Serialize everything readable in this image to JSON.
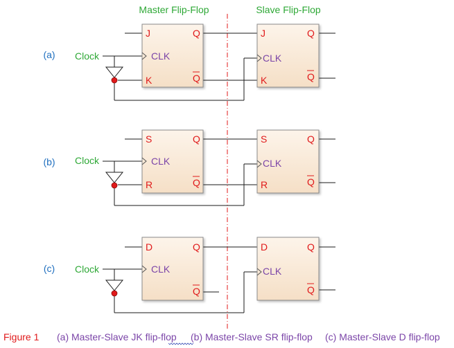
{
  "headers": {
    "master": "Master Flip-Flop",
    "slave": "Slave Flip-Flop"
  },
  "rows": [
    {
      "label": "(a)",
      "clock": "Clock",
      "master": {
        "in1": "J",
        "in2": "K",
        "clk": "CLK",
        "q": "Q",
        "qbar": "Q"
      },
      "slave": {
        "in1": "J",
        "in2": "K",
        "clk": "CLK",
        "q": "Q",
        "qbar": "Q"
      }
    },
    {
      "label": "(b)",
      "clock": "Clock",
      "master": {
        "in1": "S",
        "in2": "R",
        "clk": "CLK",
        "q": "Q",
        "qbar": "Q"
      },
      "slave": {
        "in1": "S",
        "in2": "R",
        "clk": "CLK",
        "q": "Q",
        "qbar": "Q"
      }
    },
    {
      "label": "(c)",
      "clock": "Clock",
      "master": {
        "in1": "D",
        "clk": "CLK",
        "q": "Q",
        "qbar": "Q"
      },
      "slave": {
        "in1": "D",
        "clk": "CLK",
        "q": "Q",
        "qbar": "Q"
      }
    }
  ],
  "caption": {
    "figure": "Figure 1",
    "a": "(a) Master-Slave JK flip-flop",
    "b": "(b) Master-Slave SR flip-flop",
    "c": "(c) Master-Slave D flip-flop"
  },
  "colors": {
    "header": "#2ea836",
    "clock": "#2ea836",
    "rowLabel": "#1f6fbf",
    "input": "#e0191a",
    "clk": "#7b45a8",
    "caption": "#7b45a8",
    "figure": "#e0191a",
    "captionA": "#3d52b8",
    "boxTop": "#fdf4ea",
    "boxBottom": "#f5dfc6",
    "boxStroke": "#8a8a8a",
    "wire": "#1a1a1a",
    "bubble": "#e0191a",
    "divider": "#e0191a"
  }
}
